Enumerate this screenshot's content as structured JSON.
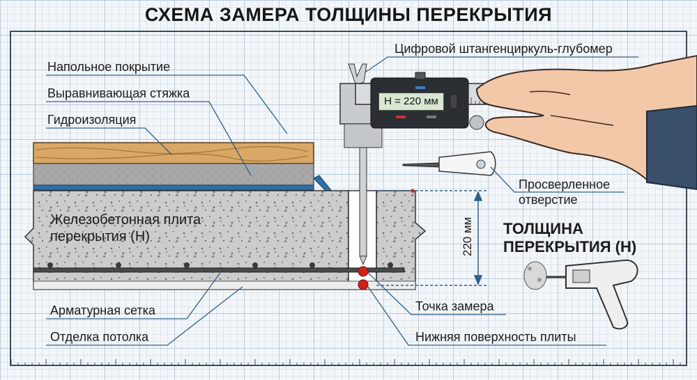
{
  "title": "СХЕМА ЗАМЕРА ТОЛЩИНЫ ПЕРЕКРЫТИЯ",
  "labels": {
    "floor_covering": "Напольное покрытие",
    "screed": "Выравнивающая стяжка",
    "waterproofing": "Гидроизоляция",
    "slab": "Железобетонная плита перекрытия (Н)",
    "rebar_mesh": "Арматурная сетка",
    "ceiling_finish": "Отделка потолка",
    "caliper": "Цифровой штангенциркуль-глубомер",
    "drilled_hole": "Просверленное отверстие",
    "thickness": "ТОЛЩИНА ПЕРЕКРЫТИЯ (Н)",
    "measure_point": "Точка замера",
    "bottom_surface": "Нижняя поверхность плиты"
  },
  "caliper_display": "H = 220 мм",
  "dimension": "220 мм",
  "colors": {
    "wood": "#d9a867",
    "screed": "#a9a9a9",
    "waterproofing": "#2f6fa8",
    "concrete": "#c9c9c9",
    "marker": "#d0211c",
    "leader": "#2f5f8a"
  },
  "icons": [
    "caliper-icon",
    "hand-icon",
    "drill-bit-icon",
    "power-drill-icon"
  ]
}
